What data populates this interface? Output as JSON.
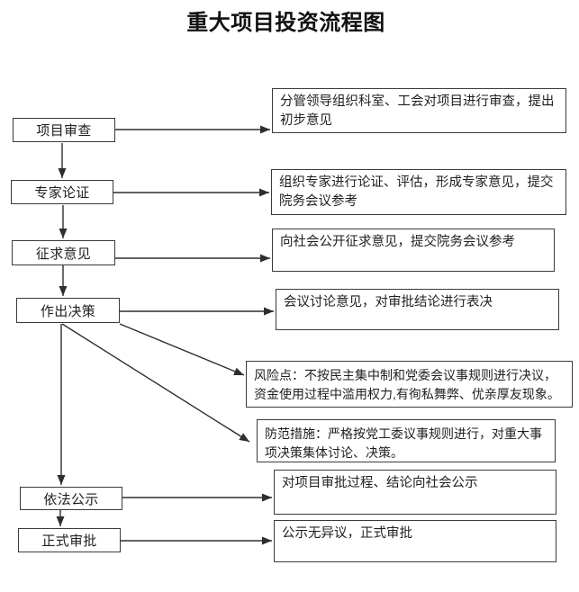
{
  "title": "重大项目投资流程图",
  "colors": {
    "background": "#ffffff",
    "box_border": "#3a3a3a",
    "text": "#1f1f1f",
    "arrow": "#2e2e2e"
  },
  "steps": [
    {
      "label": "项目审查"
    },
    {
      "label": "专家论证"
    },
    {
      "label": "征求意见"
    },
    {
      "label": "作出决策"
    },
    {
      "label": "依法公示"
    },
    {
      "label": "正式审批"
    }
  ],
  "notes": [
    {
      "lines": [
        "分管领导组织科室、工会对项目进行审查，提出",
        "初步意见"
      ]
    },
    {
      "lines": [
        "组织专家进行论证、评估，形成专家意见，提交",
        "院务会议参考"
      ]
    },
    {
      "lines": [
        "向社会公开征求意见，提交院务会议参考"
      ]
    },
    {
      "lines": [
        "会议讨论意见，对审批结论进行表决"
      ]
    },
    {
      "lines": [
        "风险点：不按民主集中制和党委会议事规则进行决议，",
        "资金使用过程中滥用权力,有徇私舞弊、优亲厚友现象。"
      ]
    },
    {
      "lines": [
        "防范措施：严格按党工委议事规则进行，对重大事",
        "项决策集体讨论、决策。"
      ]
    },
    {
      "lines": [
        "对项目审批过程、结论向社会公示"
      ]
    },
    {
      "lines": [
        "公示无异议，正式审批"
      ]
    }
  ]
}
